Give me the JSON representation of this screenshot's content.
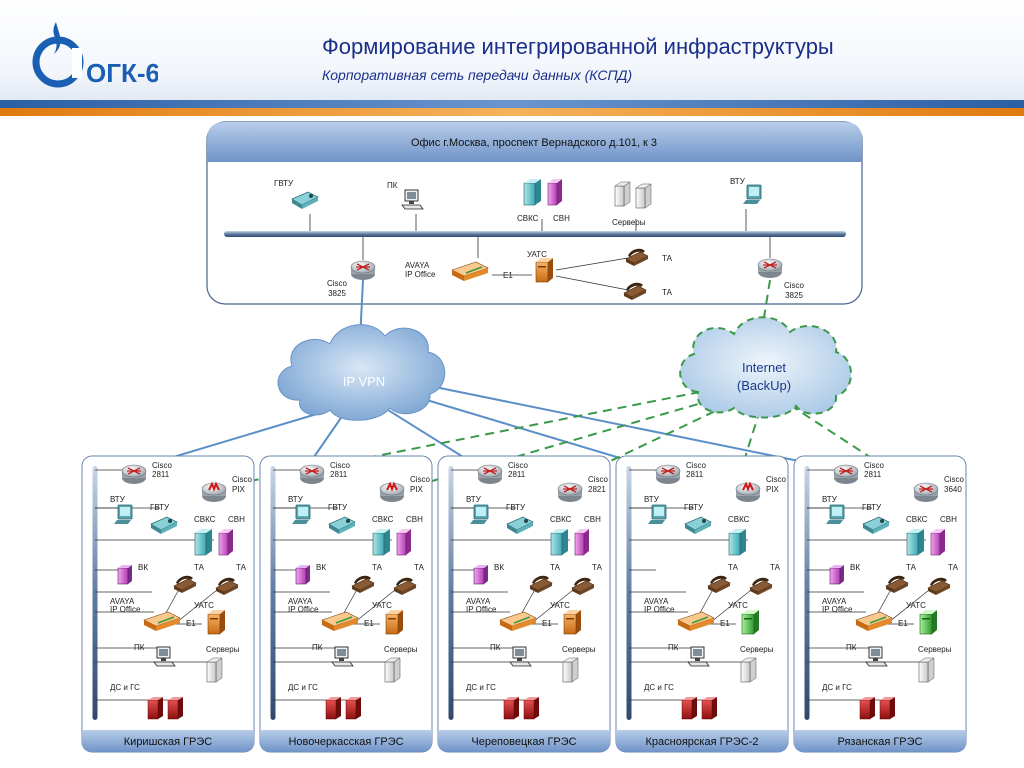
{
  "header": {
    "logo_text": "ОГК-6",
    "title": "Формирование интегрированной инфраструктуры",
    "subtitle": "Корпоративная сеть передачи данных (КСПД)"
  },
  "office": {
    "title": "Офис г.Москва, проспект Вернадского д.101, к 3",
    "gvtu": "ГВТУ",
    "pk": "ПК",
    "svks": "СВКС",
    "svn": "СВН",
    "servers": "Серверы",
    "vtu": "ВТУ",
    "cisco_left_1": "Cisco",
    "cisco_left_2": "3825",
    "avaya_1": "AVAYA",
    "avaya_2": "IP Office",
    "e1": "E1",
    "uats": "УАТС",
    "ta_top": "ТА",
    "ta_bottom": "ТА",
    "cisco_right_1": "Cisco",
    "cisco_right_2": "3825"
  },
  "clouds": {
    "ipvpn": "IP VPN",
    "internet_1": "Internet",
    "internet_2": "(BackUp)"
  },
  "sites": [
    {
      "name": "Киришская ГРЭС",
      "r1a": "Cisco",
      "r1b": "2811",
      "r2a": "Cisco",
      "r2b": "PIX",
      "vtu": "ВТУ",
      "gvtu": "ГВТУ",
      "svks": "СВКС",
      "svn": "СВН",
      "vk": "ВК",
      "ta1": "ТА",
      "ta2": "ТА",
      "avaya_1": "AVAYA",
      "avaya_2": "IP Office",
      "uats": "УАТС",
      "e1": "E1",
      "pk": "ПК",
      "servers": "Серверы",
      "ds": "ДС и ГС"
    },
    {
      "name": "Новочеркасская ГРЭС",
      "r1a": "Cisco",
      "r1b": "2811",
      "r2a": "Cisco",
      "r2b": "PIX",
      "vtu": "ВТУ",
      "gvtu": "ГВТУ",
      "svks": "СВКС",
      "svn": "СВН",
      "vk": "ВК",
      "ta1": "ТА",
      "ta2": "ТА",
      "avaya_1": "AVAYA",
      "avaya_2": "IP Office",
      "uats": "УАТС",
      "e1": "E1",
      "pk": "ПК",
      "servers": "Серверы",
      "ds": "ДС и ГС"
    },
    {
      "name": "Череповецкая ГРЭС",
      "r1a": "Cisco",
      "r1b": "2811",
      "r2a": "Cisco",
      "r2b": "2821",
      "vtu": "ВТУ",
      "gvtu": "ГВТУ",
      "svks": "СВКС",
      "svn": "СВН",
      "vk": "ВК",
      "ta1": "ТА",
      "ta2": "ТА",
      "avaya_1": "AVAYA",
      "avaya_2": "IP Office",
      "uats": "УАТС",
      "e1": "E1",
      "pk": "ПК",
      "servers": "Серверы",
      "ds": "ДС и ГС"
    },
    {
      "name": "Красноярская ГРЭС-2",
      "r1a": "Cisco",
      "r1b": "2811",
      "r2a": "Cisco",
      "r2b": "PIX",
      "vtu": "ВТУ",
      "gvtu": "ГВТУ",
      "svks": "СВКС",
      "svn": "",
      "vk": "",
      "ta1": "ТА",
      "ta2": "ТА",
      "avaya_1": "AVAYA",
      "avaya_2": "IP Office",
      "uats": "УАТС",
      "e1": "E1",
      "pk": "ПК",
      "servers": "Серверы",
      "ds": "ДС и ГС"
    },
    {
      "name": "Рязанская ГРЭС",
      "r1a": "Cisco",
      "r1b": "2811",
      "r2a": "Cisco",
      "r2b": "3640",
      "vtu": "ВТУ",
      "gvtu": "ГВТУ",
      "svks": "СВКС",
      "svn": "СВН",
      "vk": "ВК",
      "ta1": "ТА",
      "ta2": "ТА",
      "avaya_1": "AVAYA",
      "avaya_2": "IP Office",
      "uats": "УАТС",
      "e1": "E1",
      "pk": "ПК",
      "servers": "Серверы",
      "ds": "ДС и ГС"
    }
  ],
  "colors": {
    "title": "#1a2f8a",
    "box_header": "#7d9fd0",
    "ipvpn_cloud": "#8fb3dc",
    "internet_cloud": "#c9dff0",
    "vpn_line": "#5b8fc7",
    "backup_line": "#3a9a4a"
  }
}
